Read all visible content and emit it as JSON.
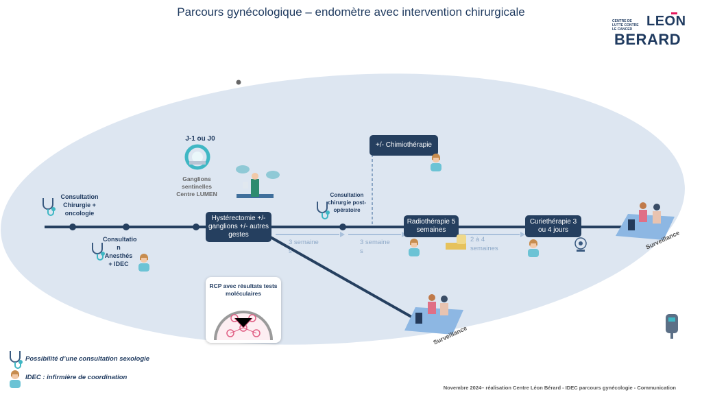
{
  "title": "Parcours gynécologique – endomètre avec intervention chirurgicale",
  "logo": {
    "small_text": "CENTRE DE LUTTE CONTRE LE CANCER",
    "leon": "LEON",
    "berard": "BERARD"
  },
  "steps": {
    "consult_chir": "Consultation Chirurgie + oncologie",
    "consult_anesth": "Consultatio n Anesthés + IDEC",
    "j1": "J-1 ou J0",
    "ganglions": "Ganglions sentinelles Centre LUMEN",
    "hysterectomie": "Hystérectomie +/- ganglions +/- autres gestes",
    "consult_postop": "Consultation chirurgie post-opératoire",
    "chimio": "+/- Chimiothérapie",
    "radio": "Radiothérapie 5 semaines",
    "curie": "Curiethérapie 3 ou 4 jours",
    "rcp": "RCP avec résultats tests moléculaires"
  },
  "durations": {
    "d1": "3 semaine s",
    "d2": "3 semaine s",
    "d3": "2 à 4 semaines"
  },
  "surveillance": "Surveillance",
  "legend": {
    "sexologie": "Possibilité d’une consultation sexologie",
    "idec": "IDEC : infirmière de coordination"
  },
  "footer": "Novembre 2024– réalisation Centre Léon Bérard - IDEC parcours gynécologie - Communication",
  "colors": {
    "ellipse": "#dde6f1",
    "line": "#253f5f",
    "light_arrow": "#a9c0db",
    "accent": "#e5195e",
    "icon_teal": "#3fb7c4"
  }
}
